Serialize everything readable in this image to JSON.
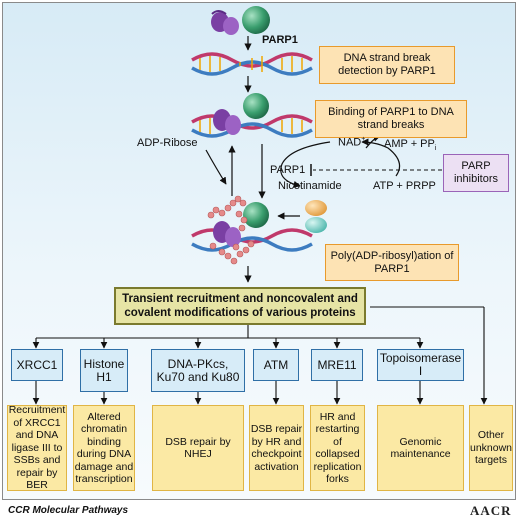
{
  "protein_label": "PARP1",
  "nodes": {
    "strand_break": "DNA strand break detection by PARP1",
    "binding": "Binding of PARP1 to DNA strand breaks",
    "parp_inhibitors": "PARP inhibitors",
    "poly_adp": "Poly(ADP-ribosyl)ation of PARP1",
    "transient": "Transient recruitment and noncovalent and covalent modifications of various proteins"
  },
  "reaction": {
    "adp_ribose": "ADP-Ribose",
    "nad": "NAD",
    "nad_sup": "+",
    "amp": "AMP + PP",
    "amp_sub": "i",
    "parp1": "PARP1",
    "nicotinamide": "Nicotinamide",
    "atp": "ATP + PRPP"
  },
  "targets": [
    {
      "name": "XRCC1",
      "outcome": "Recruitment of XRCC1 and DNA ligase III to SSBs and repair by BER"
    },
    {
      "name": "Histone H1",
      "outcome": "Altered chromatin binding during DNA damage and transcription"
    },
    {
      "name": "DNA-PKcs, Ku70 and Ku80",
      "outcome": "DSB repair by NHEJ"
    },
    {
      "name": "ATM",
      "outcome": "DSB repair by HR and checkpoint activation"
    },
    {
      "name": "MRE11",
      "outcome": "HR and restarting of collapsed replication forks"
    },
    {
      "name": "Topoisomerase I",
      "outcome": "Genomic maintenance"
    }
  ],
  "other_targets": "Other unknown targets",
  "footer": "CCR Molecular Pathways",
  "logo": "AACR",
  "colors": {
    "panel_bg": "#d7ebf6",
    "orange_box": "#fde3b4",
    "violet_box": "#ece0f3",
    "olive_box": "#e6e4a5",
    "blue_box": "#d7ecf8",
    "yellow_box": "#fbe9a4",
    "parp1_protein": "#3a9e6e",
    "dna_strand": "#c0396b",
    "par_chain": "#e58a8a"
  }
}
